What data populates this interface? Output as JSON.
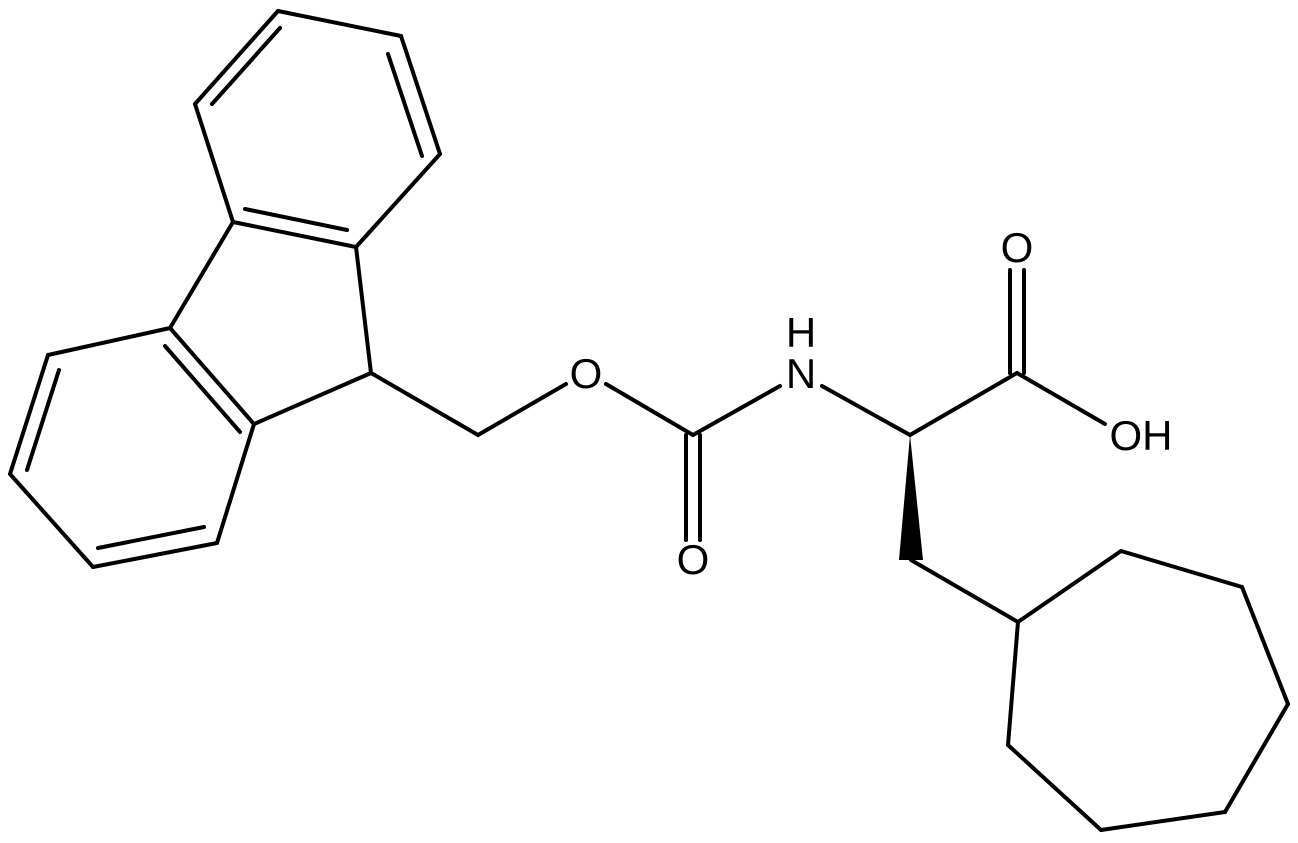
{
  "molecule": {
    "atoms": {
      "ester_oxygen": "O",
      "amide_nitrogen_h": "H",
      "amide_nitrogen": "N",
      "carbonyl_oxygen": "O",
      "acid_carbonyl_oxygen": "O",
      "acid_hydroxyl": "OH"
    }
  }
}
